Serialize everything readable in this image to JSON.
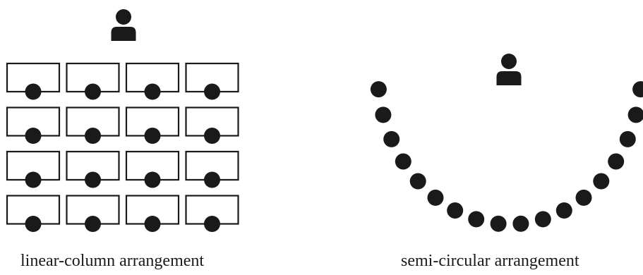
{
  "panels": [
    {
      "caption": "linear-column arrangement",
      "layout": "grid",
      "rows": 4,
      "columns": 4
    },
    {
      "caption": "semi-circular arrangement",
      "layout": "semi-circle",
      "seats": 18
    }
  ],
  "colors": {
    "ink": "#1a1a1a",
    "background": "#ffffff"
  },
  "icons": {
    "teacher": "person-icon",
    "student": "seat-dot-icon",
    "desk": "desk-rect"
  }
}
